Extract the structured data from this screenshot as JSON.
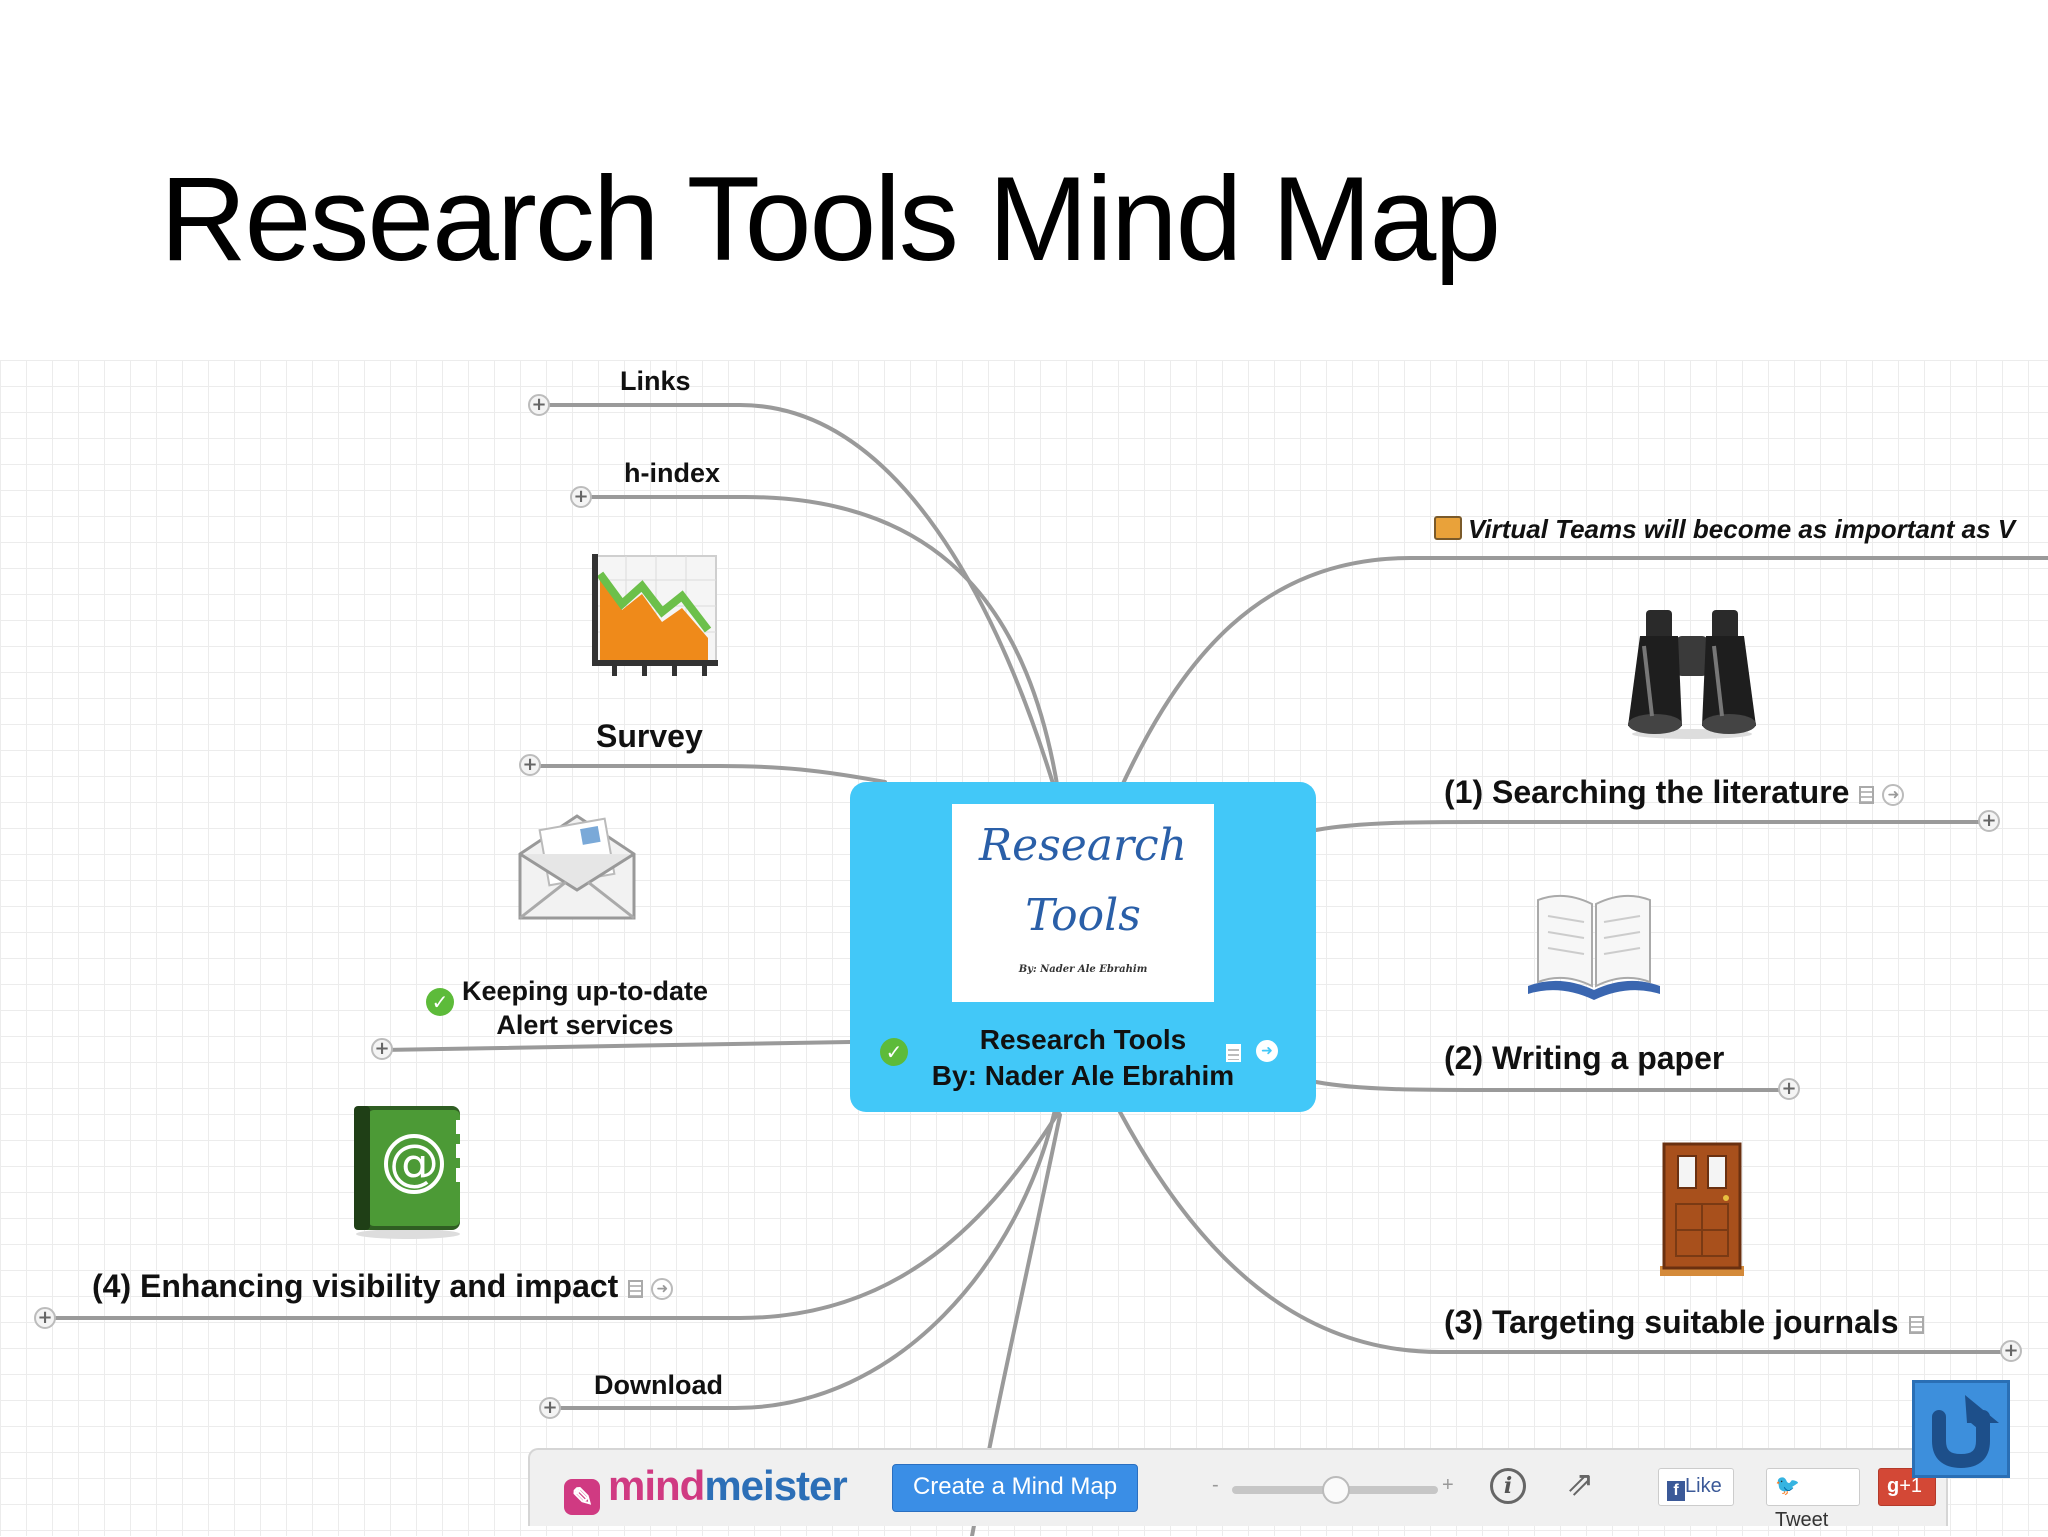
{
  "slide": {
    "title": "Research Tools Mind Map"
  },
  "center": {
    "image_line1": "Research",
    "image_line2": "Tools",
    "image_byline": "By: Nader Ale Ebrahim",
    "label_line1": "Research Tools",
    "label_line2": "By: Nader Ale Ebrahim"
  },
  "branches": {
    "links": "Links",
    "hindex": "h-index",
    "survey": "Survey",
    "keeping_line1": "Keeping up-to-date",
    "keeping_line2": "Alert services",
    "enhancing": "(4) Enhancing visibility and impact",
    "download": "Download",
    "virtual": "Virtual Teams will become as important as V",
    "searching": "(1) Searching the literature",
    "writing": "(2) Writing a paper",
    "targeting": "(3) Targeting suitable journals"
  },
  "icons": {
    "chart": "chart-icon",
    "envelope": "envelope-icon",
    "address_book": "address-book-icon",
    "binoculars": "binoculars-icon",
    "book": "open-book-icon",
    "door": "door-icon"
  },
  "toolbar": {
    "brand_mind": "mind",
    "brand_meister": "meister",
    "create_label": "Create a Mind Map",
    "zoom_minus": "-",
    "zoom_plus": "+",
    "like_label": "Like",
    "tweet_label": "Tweet",
    "plus_one_label": "+1"
  },
  "colors": {
    "center_fill": "#42c8f8",
    "connector": "#9a9a9a",
    "button_blue": "#3a8ee6"
  }
}
